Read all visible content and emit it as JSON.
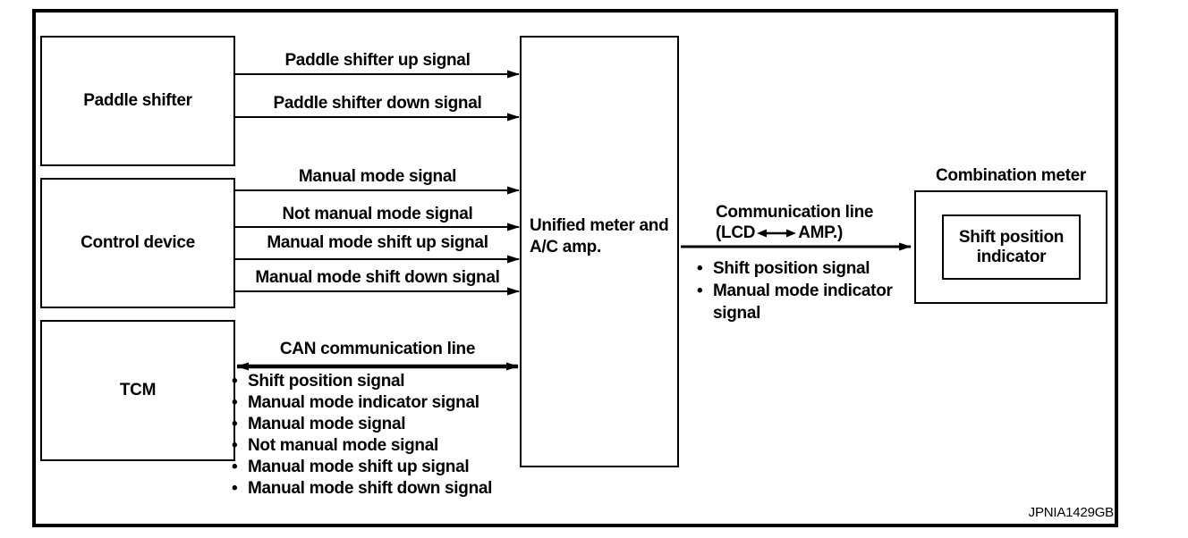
{
  "diagram": {
    "watermark": "JPNIA1429GB",
    "glyphs": {
      "bullet": "•"
    },
    "colors": {
      "ink": "#000000",
      "background": "#ffffff"
    },
    "boxes": {
      "paddle_shifter": "Paddle shifter",
      "control_device": "Control device",
      "tcm": "TCM",
      "unified_meter": "Unified meter and\nA/C amp.",
      "combination_meter": "Combination meter",
      "shift_position_indicator": "Shift position\nindicator"
    },
    "arrows": {
      "paddle_up": "Paddle shifter up signal",
      "paddle_down": "Paddle shifter down signal",
      "manual_mode": "Manual mode signal",
      "not_manual_mode": "Not manual mode signal",
      "manual_shift_up": "Manual mode shift up signal",
      "manual_shift_down": "Manual mode shift down signal"
    },
    "can_line": {
      "label": "CAN communication line",
      "bullets": [
        "Shift position signal",
        "Manual mode indicator signal",
        "Manual mode signal",
        "Not manual mode signal",
        "Manual mode shift up signal",
        "Manual mode shift down signal"
      ]
    },
    "comm_line": {
      "label_line1": "Communication line",
      "label_prefix": "(LCD",
      "label_suffix": "AMP.)",
      "bullets": [
        "Shift position signal",
        "Manual mode indicator signal"
      ]
    }
  }
}
